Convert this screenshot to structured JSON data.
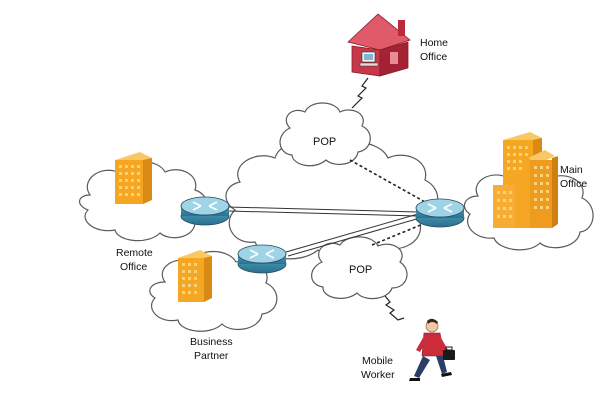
{
  "diagram": {
    "pop_top": "POP",
    "pop_bottom": "POP",
    "home_office": [
      "Home",
      "Office"
    ],
    "main_office": [
      "Main",
      "Office"
    ],
    "remote_office": [
      "Remote",
      "Office"
    ],
    "business_partner": [
      "Business",
      "Partner"
    ],
    "mobile_worker": [
      "Mobile",
      "Worker"
    ]
  },
  "colors": {
    "building_orange": "#f5a623",
    "building_window": "#fbd27a",
    "house_red": "#c8364a",
    "router_blue": "#3f95b5",
    "router_top": "#9fd3e6",
    "worker_shirt": "#cc2b3a"
  },
  "icons": {
    "router": "router-icon",
    "building": "building-icon",
    "house": "house-icon",
    "person": "person-icon",
    "briefcase": "briefcase-icon"
  }
}
